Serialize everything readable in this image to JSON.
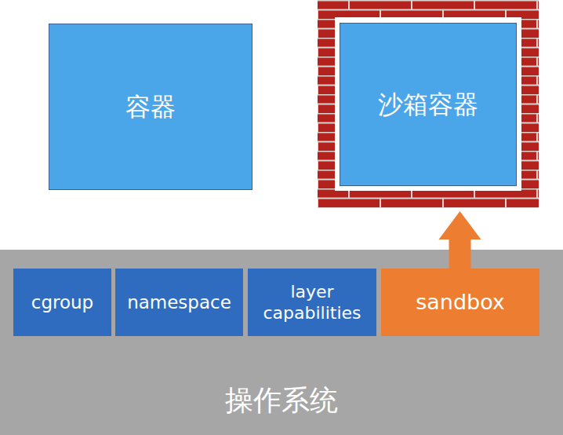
{
  "diagram": {
    "nodes": [
      {
        "text": [
          "容器"
        ]
      },
      {
        "text": [
          "沙箱容器"
        ]
      },
      {
        "text": [
          "操作系统"
        ]
      },
      {
        "text": [
          "cgroup"
        ],
        "in": 2
      },
      {
        "text": [
          "namespace"
        ],
        "in": 2
      },
      {
        "text": [
          "layer capabilities"
        ],
        "in": 2
      },
      {
        "text": [
          "sandbox"
        ],
        "in": 2
      }
    ],
    "edges": [
      {
        "from": 6,
        "to": 1,
        "arrow": "to"
      }
    ]
  }
}
